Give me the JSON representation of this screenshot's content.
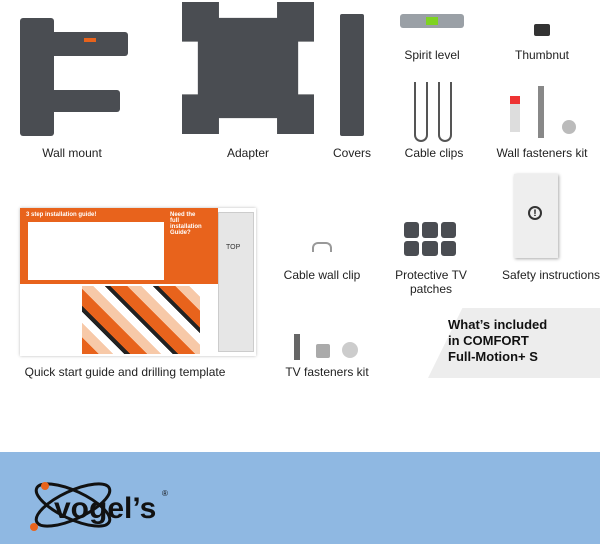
{
  "items": [
    {
      "label": "Wall mount"
    },
    {
      "label": "Adapter"
    },
    {
      "label": "Covers"
    },
    {
      "label": "Spirit level"
    },
    {
      "label": "Thumbnut"
    },
    {
      "label": "Cable clips"
    },
    {
      "label": "Wall fasteners kit"
    },
    {
      "label": "Quick start guide and drilling template"
    },
    {
      "label": "Cable wall clip"
    },
    {
      "label": "Protective TV",
      "label2": "patches"
    },
    {
      "label": "Safety instructions"
    },
    {
      "label": "TV fasteners kit"
    }
  ],
  "guide": {
    "title": "3 step installation guide!",
    "side_title": "Need the full installation Guide?",
    "template_label": "TOP"
  },
  "callout": {
    "line1": "What’s included",
    "line2": "in COMFORT",
    "line3": "Full-Motion+ S"
  },
  "brand": {
    "logo_text": "vogel’s",
    "band_color": "#8fb8e2",
    "accent_color": "#e8631c"
  }
}
